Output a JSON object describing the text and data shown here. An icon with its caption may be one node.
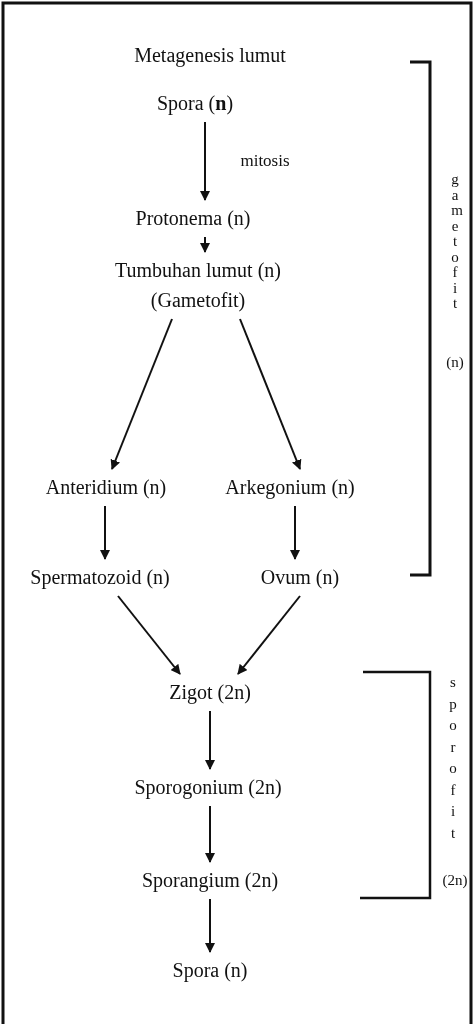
{
  "diagram": {
    "title": "Metagenesis lumut",
    "nodes": [
      {
        "text": [
          "Spora (**n**)"
        ]
      },
      {
        "text": [
          "Protonema (n)"
        ]
      },
      {
        "text": [
          "Tumbuhan lumut (n) (Gametofit)"
        ]
      },
      {
        "text": [
          "Anteridium (n)"
        ]
      },
      {
        "text": [
          "Arkegonium (n)"
        ]
      },
      {
        "text": [
          "Spermatozoid (n)"
        ]
      },
      {
        "text": [
          "Ovum (n)"
        ]
      },
      {
        "text": [
          "Zigot (2n)"
        ]
      },
      {
        "text": [
          "Sporogonium (2n)"
        ]
      },
      {
        "text": [
          "Sporangium (2n)"
        ]
      },
      {
        "text": [
          "Spora (n)"
        ]
      }
    ],
    "edges": [
      {
        "from": 0,
        "to": 1,
        "arrow": "to",
        "label": "mitosis"
      },
      {
        "from": 1,
        "to": 2,
        "arrow": "to"
      },
      {
        "from": 2,
        "to": 3,
        "arrow": "to"
      },
      {
        "from": 2,
        "to": 4,
        "arrow": "to"
      },
      {
        "from": 3,
        "to": 5,
        "arrow": "to"
      },
      {
        "from": 4,
        "to": 6,
        "arrow": "to"
      },
      {
        "from": 5,
        "to": 7,
        "arrow": "to"
      },
      {
        "from": 6,
        "to": 7,
        "arrow": "to"
      },
      {
        "from": 7,
        "to": 8,
        "arrow": "to"
      },
      {
        "from": 8,
        "to": 9,
        "arrow": "to"
      },
      {
        "from": 9,
        "to": 10,
        "arrow": "to"
      }
    ],
    "labels": [
      "gametofit",
      "(n)",
      "sporofit",
      "(2n)"
    ]
  }
}
